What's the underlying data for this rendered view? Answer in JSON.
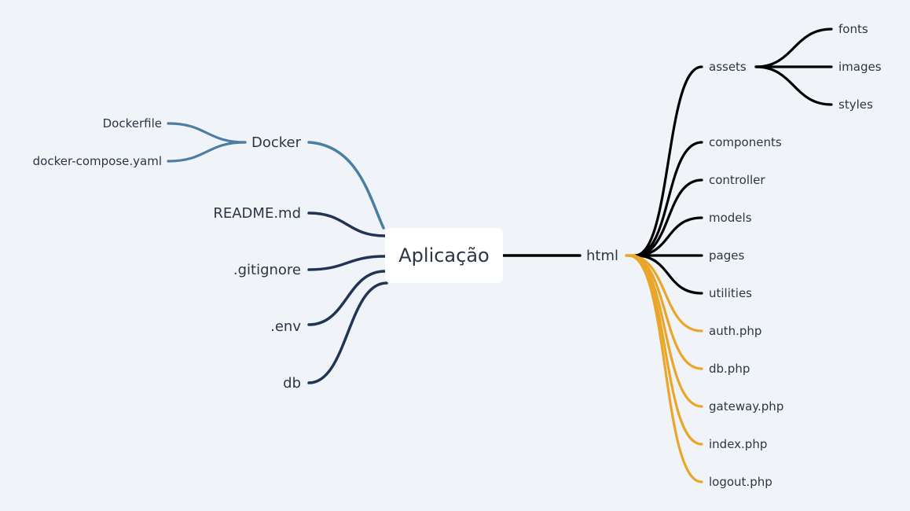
{
  "diagram": {
    "root": "Aplicação",
    "colors": {
      "background": "#f0f3f7",
      "docker_branch": "#4a7fa3",
      "dark_branch": "#213454",
      "html_dirs": "#000000",
      "html_files": "#e9a62a",
      "text": "#2b3645"
    },
    "left_branches": {
      "docker": {
        "label": "Docker",
        "children": [
          "Dockerfile",
          "docker-compose.yaml"
        ]
      },
      "others": [
        "README.md",
        ".gitignore",
        ".env",
        "db"
      ]
    },
    "right_branch": {
      "label": "html",
      "directories": [
        {
          "label": "assets",
          "children": [
            "fonts",
            "images",
            "styles"
          ]
        },
        {
          "label": "components"
        },
        {
          "label": "controller"
        },
        {
          "label": "models"
        },
        {
          "label": "pages"
        },
        {
          "label": "utilities"
        }
      ],
      "files": [
        "auth.php",
        "db.php",
        "gateway.php",
        "index.php",
        "logout.php"
      ]
    }
  }
}
